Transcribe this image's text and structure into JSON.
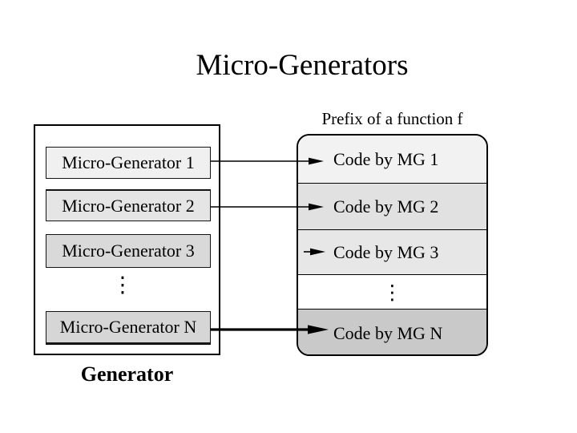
{
  "slide": {
    "title": "Micro-Generators"
  },
  "generator_panel": {
    "caption": "Generator",
    "rows": [
      {
        "label": "Micro-Generator 1"
      },
      {
        "label": "Micro-Generator 2"
      },
      {
        "label": "Micro-Generator 3"
      },
      {
        "label": "Micro-Generator N"
      }
    ],
    "ellipsis": "⋮"
  },
  "code_panel": {
    "caption": "Prefix of a function f",
    "rows": [
      {
        "label": "Code by MG 1"
      },
      {
        "label": "Code by MG 2"
      },
      {
        "label": "Code by MG 3"
      },
      {
        "label": "Code by MG N"
      }
    ],
    "ellipsis": "⋮"
  },
  "colors": {
    "background": "#ffffff",
    "text": "#000000",
    "border": "#000000",
    "left_row_fills": [
      "#f0f0f0",
      "#e5e5e5",
      "#d9d9d9",
      "#d6d6d6"
    ],
    "right_row_fills": [
      "#f2f2f2",
      "#e1e1e1",
      "#e7e7e7",
      "#ffffff",
      "#c9c9c9"
    ]
  }
}
